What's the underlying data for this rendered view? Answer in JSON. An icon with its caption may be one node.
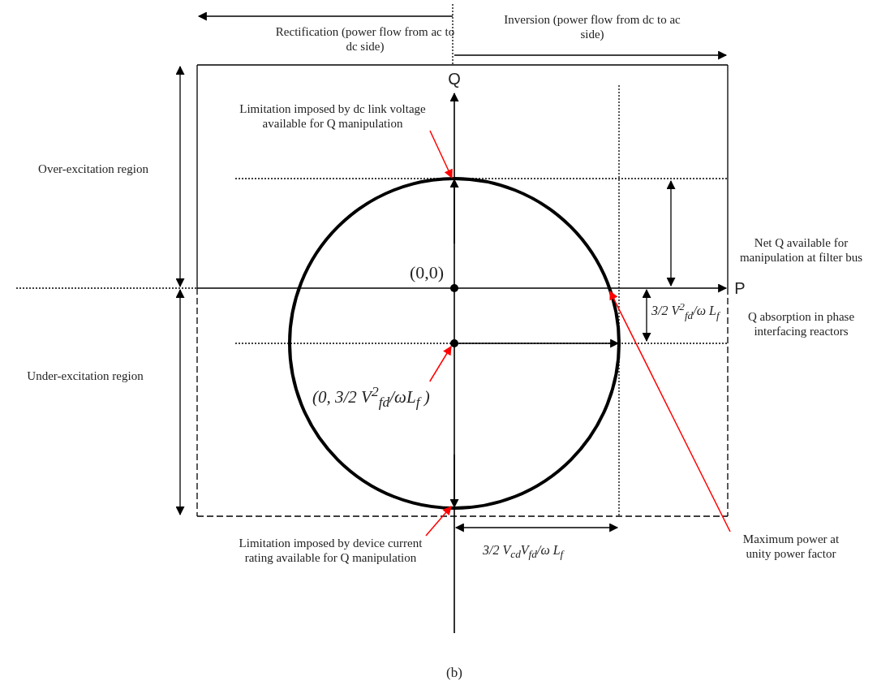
{
  "diagram": {
    "caption": "(b)",
    "nodes": [
      {
        "text": [
          "Limitation imposed by dc link voltage available for Q manipulation"
        ]
      },
      {
        "text": [
          "(0, 3/2 V$^{2}$$_{fd}$/ωL$_{f}$ )"
        ]
      },
      {
        "text": [
          "Limitation imposed by device current rating available for Q manipulation"
        ]
      },
      {
        "text": [
          "Maximum power at unity power factor"
        ]
      }
    ],
    "edges": [
      {
        "from": 0,
        "to": null,
        "arrow": "to"
      },
      {
        "from": 1,
        "to": null,
        "arrow": "to"
      },
      {
        "from": 2,
        "to": null,
        "arrow": "to"
      },
      {
        "from": 3,
        "to": null,
        "arrow": "to"
      }
    ],
    "labels": [
      "Rectification (power flow from ac to dc side)",
      "Inversion (power flow from dc to ac side)",
      "Q",
      "Over-excitation region",
      "Net Q available for manipulation at filter bus",
      "(0,0)",
      "P",
      "3/2 V$^{2}$$_{fd}$/ω L$_{f}$",
      "Q absorption in phase interfacing reactors",
      "Under-excitation region",
      "3/2 V$_{cd}$V$_{fd}$/ω L$_{f}$"
    ]
  }
}
